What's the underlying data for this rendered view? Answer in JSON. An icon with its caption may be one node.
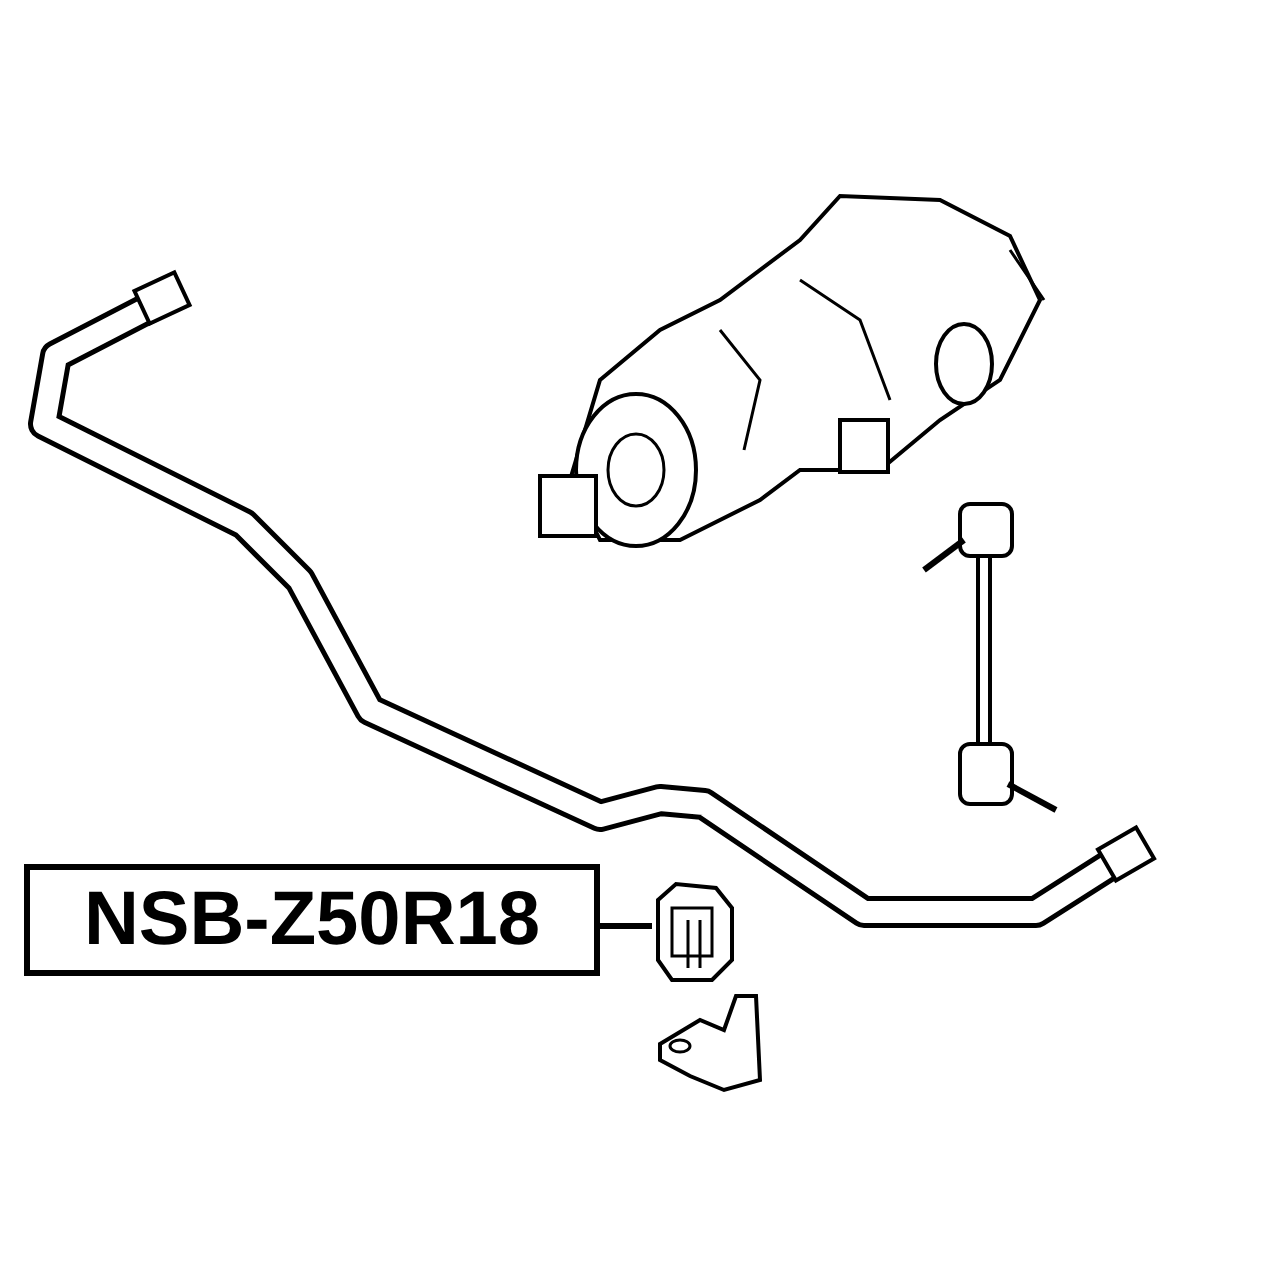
{
  "diagram": {
    "nodes": [
      {
        "text": [
          "NSB-Z50R18"
        ]
      },
      {
        "text": [],
        "shape": "picture"
      }
    ],
    "edges": [
      {
        "from": 0,
        "to": 1,
        "arrow": "none"
      }
    ]
  }
}
